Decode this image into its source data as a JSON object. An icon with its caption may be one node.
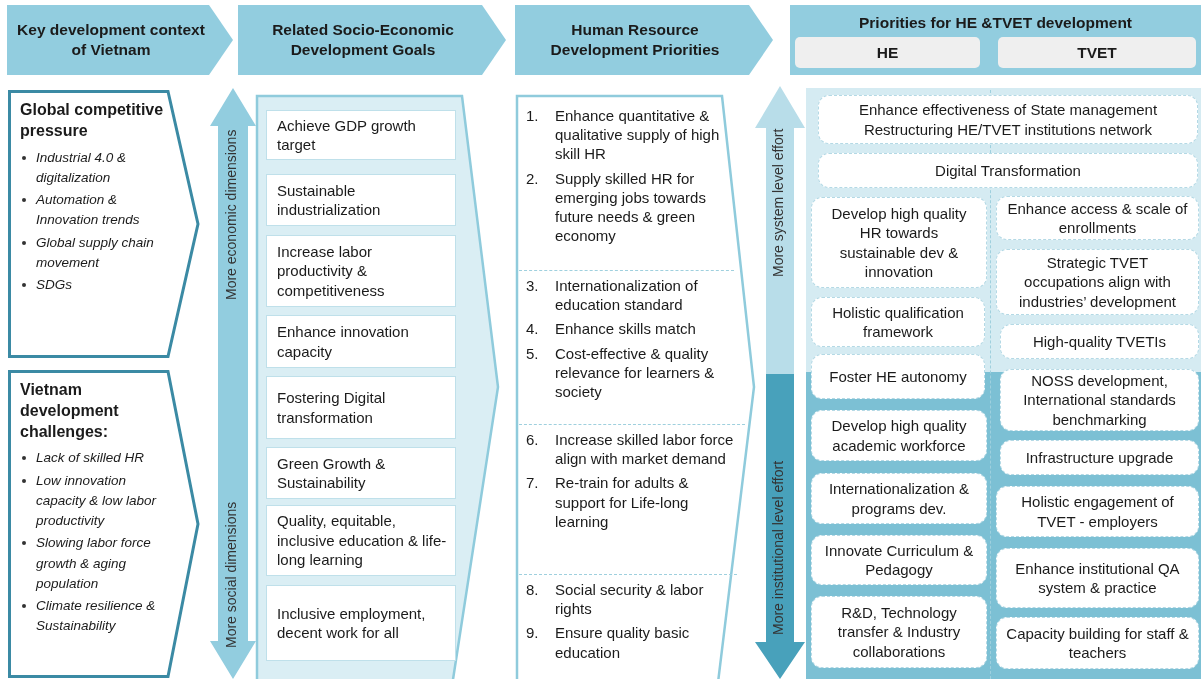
{
  "diagram": {
    "nodes": [
      {
        "text": [
          "Key development context of Vietnam"
        ]
      },
      {
        "text": [
          "Related Socio-Economic Development Goals"
        ]
      },
      {
        "text": [
          "Human Resource Development Priorities"
        ]
      },
      {
        "text": [
          "Priorities for HE &TVET development"
        ]
      },
      {
        "text": [
          "HE"
        ],
        "in": 3
      },
      {
        "text": [
          "TVET"
        ],
        "in": 3
      },
      {
        "text": [
          "Global competitive pressure",
          "Industrial 4.0 & digitalization",
          "Automation & Innovation trends",
          "Global supply chain movement",
          "SDGs"
        ]
      },
      {
        "text": [
          "Vietnam development challenges:",
          "Lack of skilled HR",
          "Low innovation capacity & low labor productivity",
          "Slowing labor force growth & aging population",
          "Climate resilience & Sustainability"
        ]
      },
      {
        "text": [],
        "shape": "chevron"
      },
      {
        "text": [
          "Achieve GDP growth target"
        ],
        "in": 8
      },
      {
        "text": [
          "Sustainable industrialization"
        ],
        "in": 8
      },
      {
        "text": [
          "Increase labor productivity & competitiveness"
        ],
        "in": 8
      },
      {
        "text": [
          "Enhance innovation capacity"
        ],
        "in": 8
      },
      {
        "text": [
          "Fostering Digital transformation"
        ],
        "in": 8
      },
      {
        "text": [
          "Green Growth & Sustainability"
        ],
        "in": 8
      },
      {
        "text": [
          "Quality, equitable, inclusive education & life-long learning"
        ],
        "in": 8
      },
      {
        "text": [
          "Inclusive employment, decent work for all"
        ],
        "in": 8
      },
      {
        "text": [],
        "shape": "chevron"
      },
      {
        "text": [
          "1.",
          "Enhance quantitative & qualitative supply of high skill HR",
          "2.",
          "Supply skilled HR for emerging jobs towards future needs & green economy"
        ],
        "in": 17
      },
      {
        "text": [
          "3.",
          "Internationalization of education standard",
          "4.",
          "Enhance skills match",
          "5.",
          "Cost-effective & quality relevance for learners & society"
        ],
        "in": 17
      },
      {
        "text": [
          "6.",
          "Increase skilled labor force align with market demand",
          "7.",
          "Re-train for adults & support for Life-long learning"
        ],
        "in": 17
      },
      {
        "text": [
          "8.",
          "Social security & labor rights",
          "9.",
          "Ensure quality basic education"
        ],
        "in": 17
      },
      {
        "text": [],
        "shape": "box"
      },
      {
        "text": [
          "Enhance effectiveness of State management",
          "Restructuring HE/TVET institutions network"
        ],
        "in": 22
      },
      {
        "text": [
          "Digital Transformation"
        ],
        "in": 22
      },
      {
        "text": [
          "Develop high quality HR towards sustainable dev & innovation"
        ],
        "in": 22
      },
      {
        "text": [
          "Holistic qualification framework"
        ],
        "in": 22
      },
      {
        "text": [
          "Foster HE autonomy"
        ],
        "in": 22
      },
      {
        "text": [
          "Develop high quality academic workforce"
        ],
        "in": 22
      },
      {
        "text": [
          "Internationalization & programs dev."
        ],
        "in": 22
      },
      {
        "text": [
          "Innovate Curriculum & Pedagogy"
        ],
        "in": 22
      },
      {
        "text": [
          "R&D, Technology transfer & Industry collaborations"
        ],
        "in": 22
      },
      {
        "text": [
          "Enhance access & scale of enrollments"
        ],
        "in": 22
      },
      {
        "text": [
          "Strategic TVET occupations align with industries’ development"
        ],
        "in": 22
      },
      {
        "text": [
          "High-quality TVETIs"
        ],
        "in": 22
      },
      {
        "text": [
          "NOSS development, International standards benchmarking"
        ],
        "in": 22
      },
      {
        "text": [
          "Infrastructure upgrade"
        ],
        "in": 22
      },
      {
        "text": [
          "Holistic engagement of TVET - employers"
        ],
        "in": 22
      },
      {
        "text": [
          "Enhance institutional QA system & practice"
        ],
        "in": 22
      },
      {
        "text": [
          "Capacity building for staff & teachers"
        ],
        "in": 22
      }
    ],
    "labels": [
      "More economic dimensions",
      "More social dimensions",
      "More system level effort",
      "More institutional level effort"
    ]
  }
}
